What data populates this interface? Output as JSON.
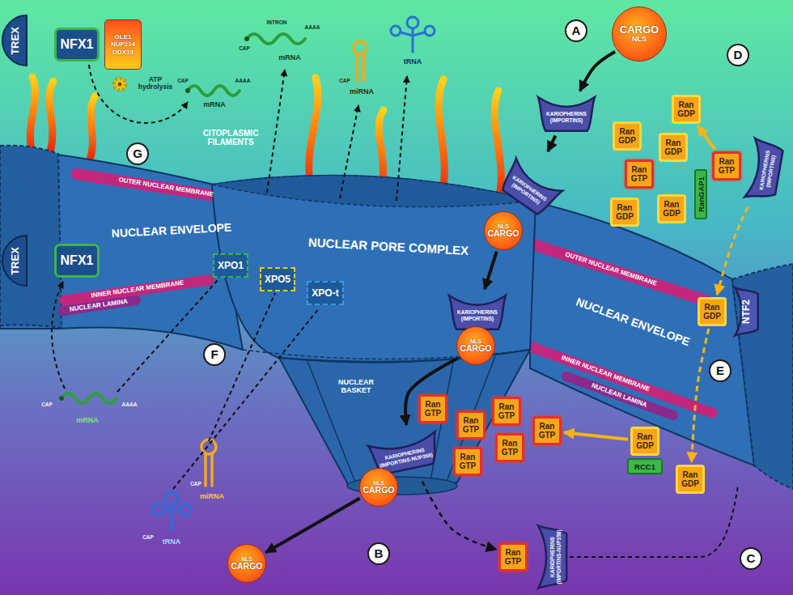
{
  "diagram": {
    "nodes": [
      {
        "text": [
          "CARGO",
          "NLS"
        ]
      },
      {
        "text": [
          "KARIOPHERINS (IMPORTINS)"
        ]
      },
      {
        "text": [
          "KARIOPHERINS (IMPORTINS)"
        ]
      },
      {
        "text": [
          "NLS",
          "CARGO"
        ]
      },
      {
        "text": [
          "KARIOPHERINS (IMPORTINS)"
        ]
      },
      {
        "text": [
          "NLS",
          "CARGO"
        ]
      },
      {
        "text": [
          "Ran GTP"
        ]
      },
      {
        "text": [
          "KARIOPHERINS (IMPORTINS-NUP358)"
        ]
      },
      {
        "text": [
          "NLS",
          "CARGO"
        ]
      },
      {
        "text": [
          "NLS",
          "CARGO"
        ]
      },
      {
        "text": [
          "Ran GTP"
        ]
      },
      {
        "text": [
          "Ran GTP"
        ]
      },
      {
        "text": [
          "Ran GTP"
        ]
      },
      {
        "text": [
          "Ran GTP"
        ]
      },
      {
        "text": [
          "Ran GTP"
        ]
      },
      {
        "text": [
          "Ran GTP"
        ]
      },
      {
        "text": [
          "KARIOPHERINS (IMPORTINS-NUP358)"
        ]
      },
      {
        "text": [
          "Ran GDP"
        ]
      },
      {
        "text": [
          "RCC1"
        ]
      },
      {
        "text": [
          "Ran GDP"
        ]
      },
      {
        "text": [
          "NTF2"
        ]
      },
      {
        "text": [
          "Ran GDP"
        ]
      },
      {
        "text": [
          "KARIOPHERINS (IMPORTINS)"
        ]
      },
      {
        "text": [
          "Ran GTP"
        ]
      },
      {
        "text": [
          "RanGAP1"
        ]
      },
      {
        "text": [
          "Ran GDP"
        ]
      },
      {
        "text": [
          "Ran GDP"
        ]
      },
      {
        "text": [
          "Ran GDP"
        ]
      },
      {
        "text": [
          "Ran GTP"
        ]
      },
      {
        "text": [
          "Ran GDP"
        ]
      },
      {
        "text": [
          "Ran GDP"
        ]
      },
      {
        "text": [
          "TREX"
        ]
      },
      {
        "text": [
          "NFX1"
        ]
      },
      {
        "text": [
          "GLE1 NUP214 DDX19"
        ]
      },
      {
        "text": [
          "TREX"
        ]
      },
      {
        "text": [
          "NFX1"
        ]
      },
      {
        "text": [
          "XPO1"
        ]
      },
      {
        "text": [
          "XPO5"
        ]
      },
      {
        "text": [
          "XPO-t"
        ]
      }
    ],
    "edges": [
      {
        "from": 0,
        "to": 1,
        "arrow": "to"
      },
      {
        "from": 1,
        "to": 2,
        "arrow": "to"
      },
      {
        "from": 3,
        "to": 4,
        "arrow": "to"
      },
      {
        "from": 5,
        "to": 7,
        "arrow": "to"
      },
      {
        "from": 8,
        "to": 9,
        "arrow": "to"
      },
      {
        "from": 7,
        "to": 15,
        "arrow": "to"
      },
      {
        "from": 23,
        "to": 25,
        "arrow": "to"
      },
      {
        "from": 17,
        "to": 14,
        "arrow": "to"
      },
      {
        "from": 21,
        "to": 19,
        "arrow": "to"
      },
      {
        "from": 22,
        "to": 21,
        "arrow": "to"
      }
    ],
    "labels": [
      "A",
      "B",
      "C",
      "D",
      "E",
      "F",
      "G",
      "ATP hydrolysis",
      "CITOPLASMIC FILAMENTS",
      "NUCLEAR PORE COMPLEX",
      "OUTER NUCLEAR MEMBRANE",
      "NUCLEAR ENVELOPE",
      "INNER NUCLEAR MEMBRANE",
      "NUCLEAR LAMINA",
      "OUTER NUCLEAR MEMBRANE",
      "NUCLEAR ENVELOPE",
      "INNER NUCLEAR MEMBRANE",
      "NUCLEAR LAMINA",
      "NUCLEAR BASKET",
      "mRNA",
      "CAP",
      "AAAA",
      "mRNA",
      "CAP",
      "INTRON",
      "AAAA",
      "miRNA",
      "CAP",
      "tRNA",
      "mRNA",
      "CAP",
      "AAAA",
      "miRNA",
      "CAP",
      "tRNA",
      "CAP"
    ]
  }
}
